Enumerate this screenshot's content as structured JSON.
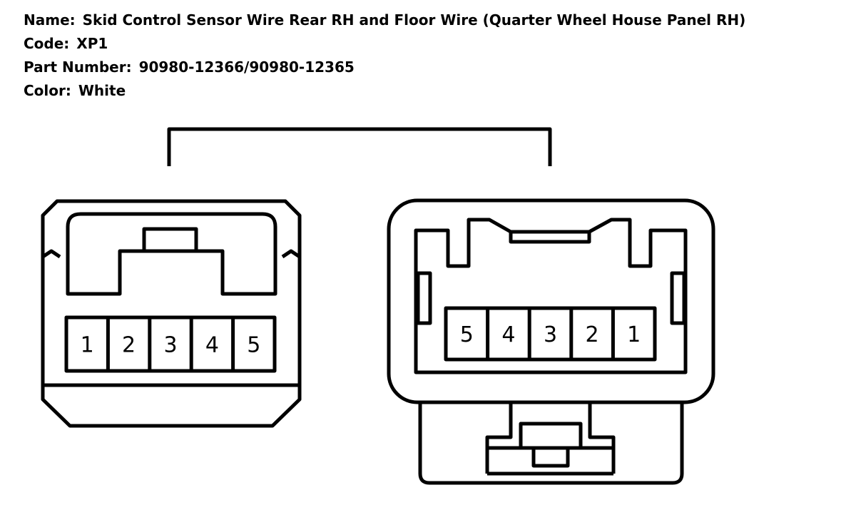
{
  "info": {
    "name_label": "Name:",
    "name_value": "Skid Control Sensor Wire Rear RH and Floor Wire (Quarter Wheel House Panel RH)",
    "code_label": "Code:",
    "code_value": "XP1",
    "part_label": "Part Number:",
    "part_value": "90980-12366/90980-12365",
    "color_label": "Color:",
    "color_value": "White"
  },
  "left_connector": {
    "pins": [
      "1",
      "2",
      "3",
      "4",
      "5"
    ]
  },
  "right_connector": {
    "pins": [
      "5",
      "4",
      "3",
      "2",
      "1"
    ]
  }
}
